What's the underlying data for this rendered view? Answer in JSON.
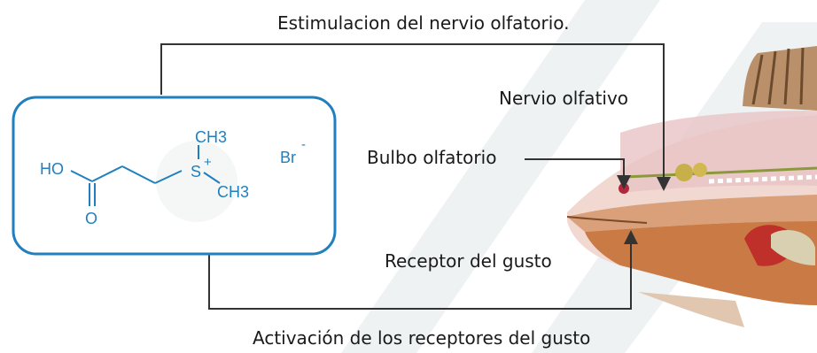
{
  "labels": {
    "top_arrow": "Estimulacion del nervio olfatorio.",
    "olfactory_nerve": "Nervio olfativo",
    "olfactory_bulb": "Bulbo olfatorio",
    "taste_receptor": "Receptor del gusto",
    "bottom_arrow": "Activación de los receptores del gusto"
  },
  "molecule": {
    "methyl_top": "CH3",
    "methyl_right": "CH3",
    "sulfonium": "S",
    "positive_charge": "+",
    "counter_ion": "Br",
    "counter_charge": "-",
    "hydroxyl": "HO",
    "carbonyl_oxygen": "O"
  },
  "colors": {
    "molecule_blue": "#1f7fbf",
    "box_border": "#1f7fbf",
    "arrow_line": "#333333",
    "watermark": "#e9eeee"
  }
}
